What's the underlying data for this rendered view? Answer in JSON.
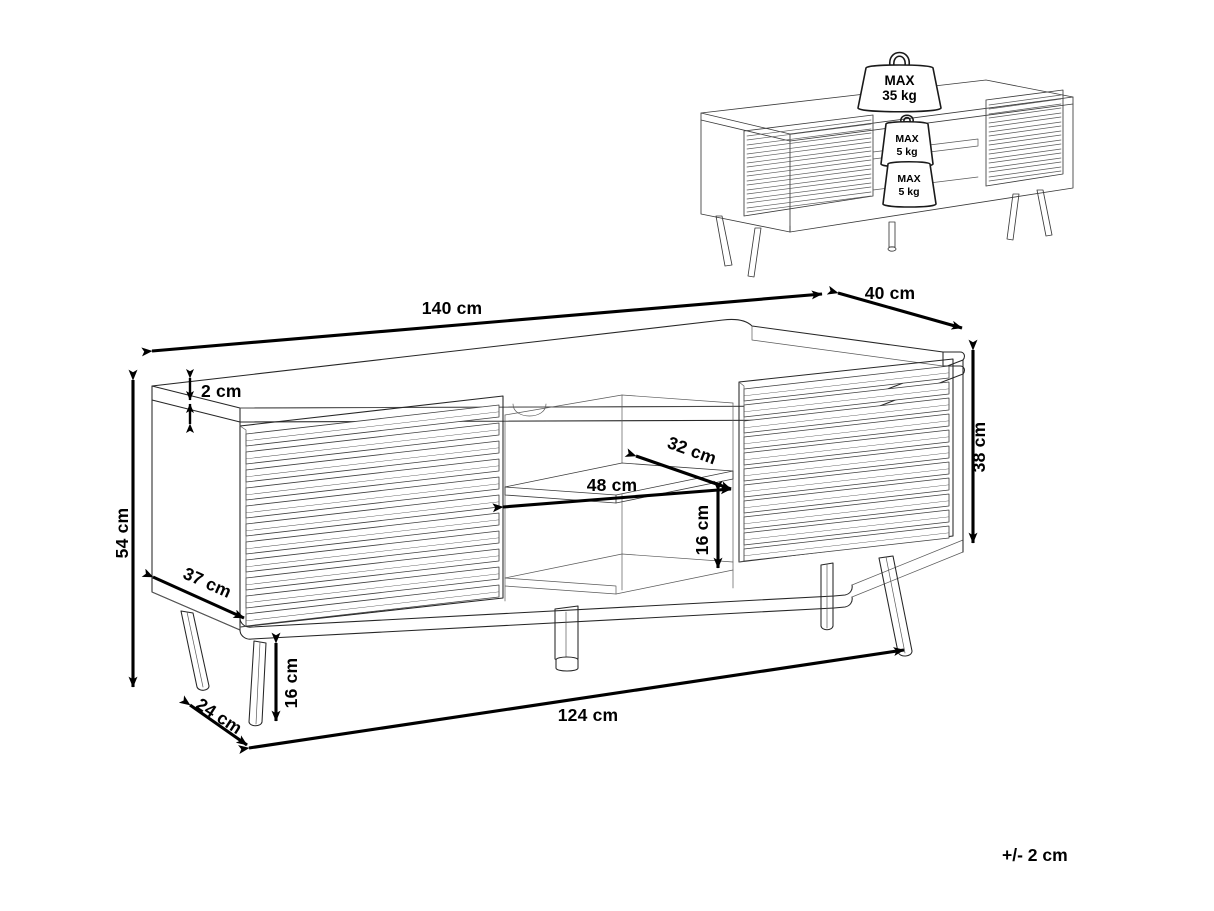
{
  "page": {
    "background_color": "#ffffff",
    "line_color": "#262626",
    "text_color": "#000000",
    "tolerance_note": "+/- 2 cm"
  },
  "product": {
    "type": "tv-stand-sideboard",
    "description": "TV stand with two slatted sliding doors, open central compartment with shelf and tapered legs"
  },
  "load_diagram": {
    "title_visible": false,
    "weights": [
      {
        "id": "top-surface",
        "max_label": "MAX",
        "value_label": "35 kg"
      },
      {
        "id": "upper-shelf",
        "max_label": "MAX",
        "value_label": "5 kg"
      },
      {
        "id": "lower-shelf",
        "max_label": "MAX",
        "value_label": "5 kg"
      }
    ]
  },
  "dimensions": {
    "overall_width": "140 cm",
    "overall_depth": "40 cm",
    "overall_height": "54 cm",
    "top_thickness": "2 cm",
    "cabinet_depth": "37 cm",
    "cabinet_height": "38 cm",
    "leg_span_width": "124 cm",
    "leg_span_depth": "24 cm",
    "leg_height": "16 cm",
    "compartment_width": "48 cm",
    "compartment_depth": "32 cm",
    "compartment_height": "16 cm"
  },
  "labels": {
    "w140": "140 cm",
    "d40": "40 cm",
    "h54": "54 cm",
    "t2": "2 cm",
    "d37": "37 cm",
    "h38": "38 cm",
    "w124": "124 cm",
    "d24": "24 cm",
    "legh16": "16 cm",
    "c48": "48 cm",
    "c32": "32 cm",
    "c16": "16 cm"
  }
}
